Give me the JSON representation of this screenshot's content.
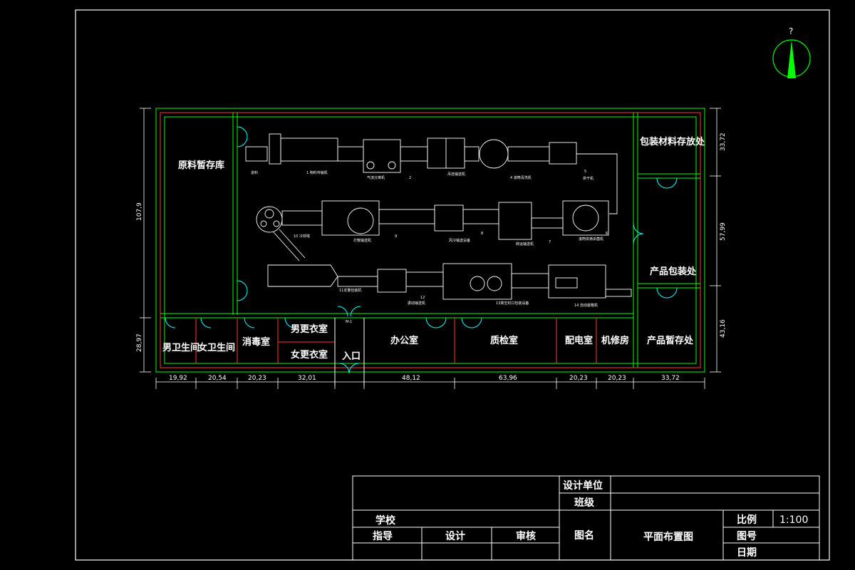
{
  "north_arrow": {
    "label": "?"
  },
  "rooms": {
    "raw_storage": "原料暂存库",
    "pack_material": "包装材料存放处",
    "pack": "产品包装处",
    "male_wc": "男卫生间",
    "female_wc": "女卫生间",
    "disinfection": "消毒室",
    "male_change": "男更衣室",
    "female_change": "女更衣室",
    "entrance": "入口",
    "office": "办公室",
    "qc": "质检室",
    "power": "配电室",
    "repair": "机修房",
    "product_storage": "产品暂存处"
  },
  "dims": {
    "bottom": [
      "19,92",
      "20,54",
      "20,23",
      "32,01",
      "48,12",
      "63,96",
      "20,23",
      "20,23",
      "33,72"
    ],
    "left": [
      "107,9",
      "28,97"
    ],
    "right": [
      "33,72",
      "57,99",
      "43,16"
    ]
  },
  "equipment": {
    "e_in": "进料",
    "e1": "1 物料传输机",
    "e2": "2",
    "e2n": "气流分离机",
    "e3": "吊挂输送机",
    "e4": "4 滚筒清洗机",
    "e5": "5",
    "e5n": "烘干机",
    "e6": "6",
    "e6n": "滚筒烘烤杀菌机",
    "e7": "7",
    "e7n": "转运输送机",
    "e8": "8",
    "e8n": "风冷输送设备",
    "e9": "9",
    "e9n": "打散输送机",
    "e10": "10 冷却塔",
    "e11": "11定量包装机",
    "e12": "12",
    "e12n": "振动输送机",
    "e13": "13真空封口包装设备",
    "e14": "14 自动装箱机",
    "door": "M-1"
  },
  "title_block": {
    "design_unit": "设计单位",
    "class": "班级",
    "school": "学校",
    "guide": "指导",
    "design": "设计",
    "review": "审核",
    "drawing_name": "图名",
    "drawing_title": "平面布置图",
    "scale_label": "比例",
    "scale_value": "1:100",
    "drawing_no": "图号",
    "date": "日期"
  }
}
